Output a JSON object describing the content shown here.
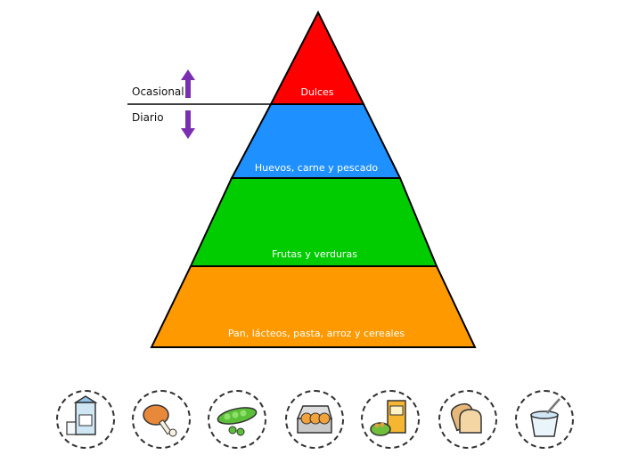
{
  "pyramid": {
    "levels": [
      {
        "label": "Dulces",
        "color": "#ff0000"
      },
      {
        "label": "Huevos, carne y pescado",
        "color": "#1e90ff"
      },
      {
        "label": "Frutas y verduras",
        "color": "#00cc00"
      },
      {
        "label": "Pan, lácteos, pasta, arroz y cereales",
        "color": "#ff9900"
      }
    ]
  },
  "frequency": {
    "occasional_label": "Ocasional",
    "daily_label": "Diario",
    "arrow_color": "#7a2fb0"
  },
  "icons": [
    {
      "name": "milk-carton-icon"
    },
    {
      "name": "chicken-leg-icon"
    },
    {
      "name": "peas-icon"
    },
    {
      "name": "egg-carton-icon"
    },
    {
      "name": "juice-cereal-icon"
    },
    {
      "name": "bread-slices-icon"
    },
    {
      "name": "yogurt-icon"
    }
  ]
}
